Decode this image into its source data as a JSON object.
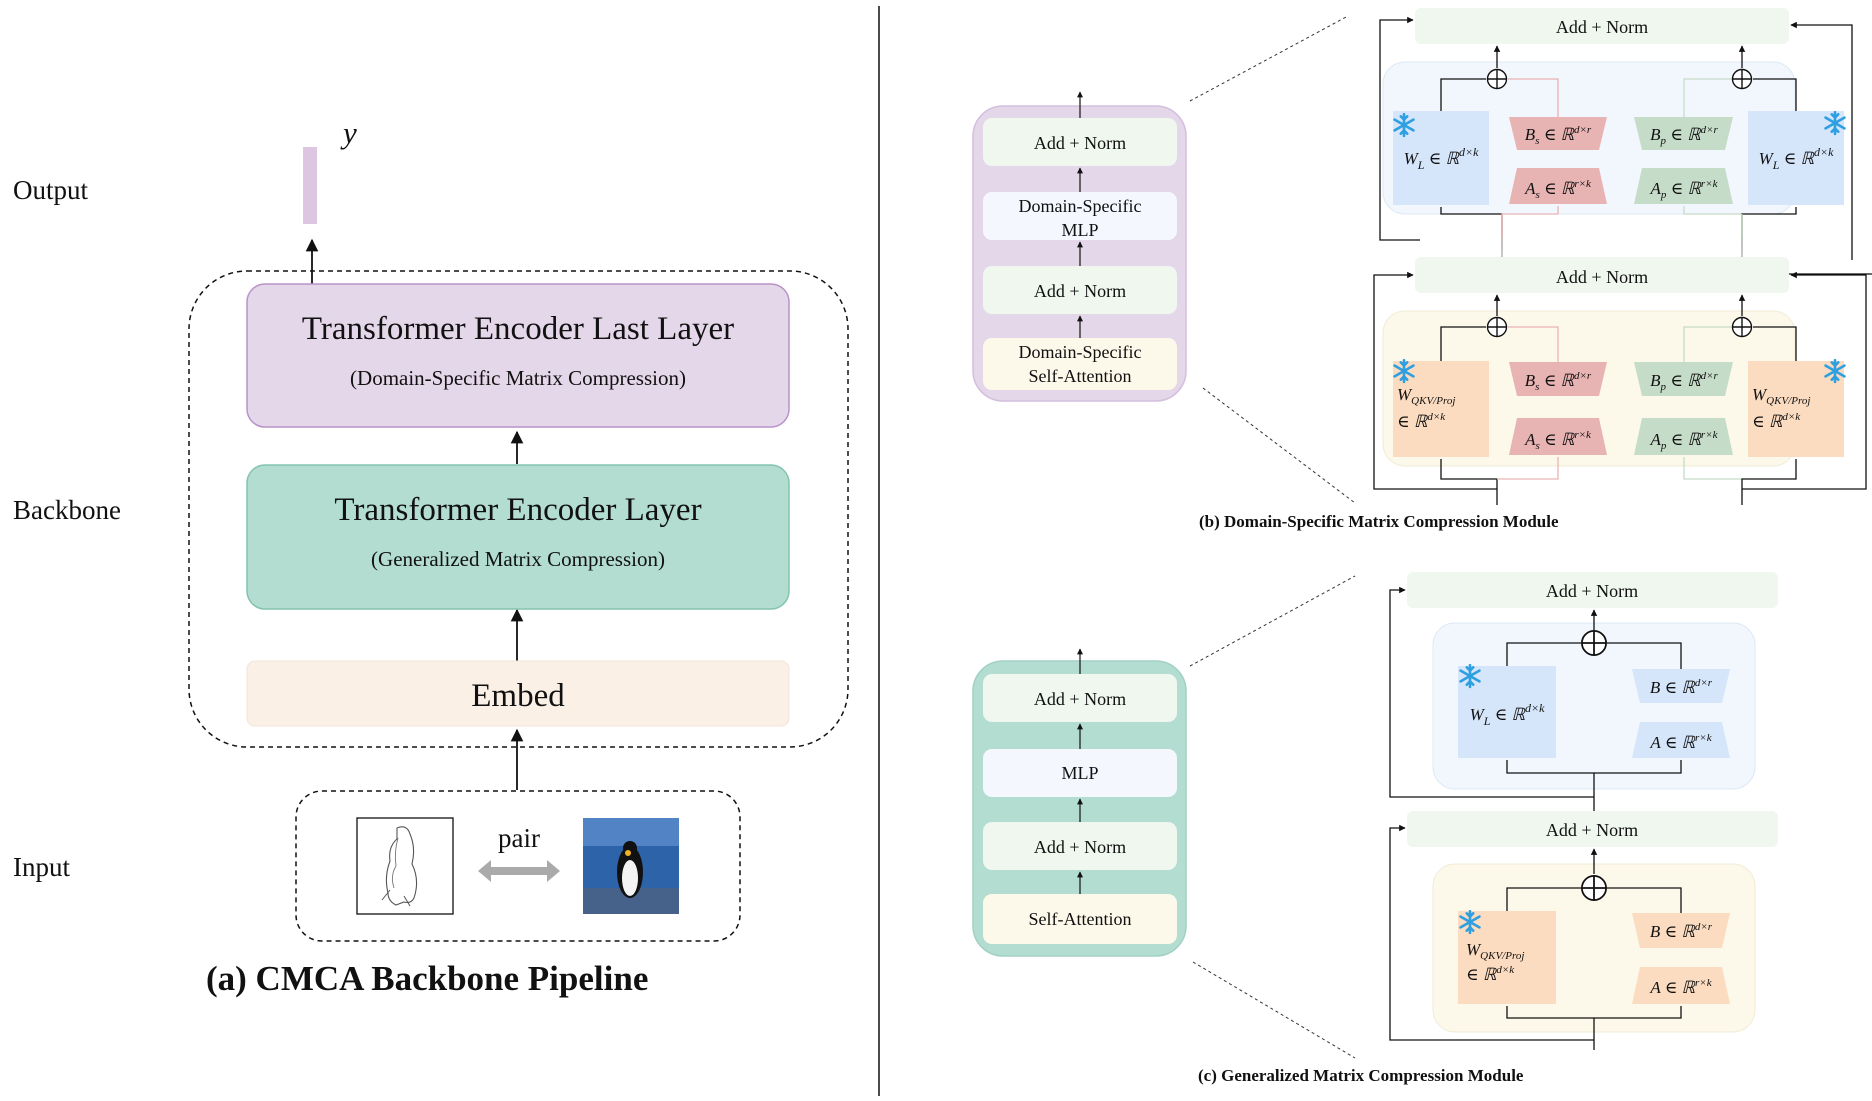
{
  "left": {
    "row_labels": {
      "output": "Output",
      "backbone": "Backbone",
      "input": "Input"
    },
    "output_symbol": "y",
    "last_layer": {
      "title": "Transformer Encoder Last Layer",
      "subtitle": "(Domain-Specific Matrix Compression)"
    },
    "encoder_layer": {
      "title": "Transformer Encoder Layer",
      "subtitle": "(Generalized Matrix Compression)"
    },
    "embed": "Embed",
    "pair": "pair",
    "caption": "(a) CMCA Backbone Pipeline"
  },
  "panel_b": {
    "stack": [
      "Add + Norm",
      "Domain-Specific MLP",
      "Add + Norm",
      "Domain-Specific Self-Attention"
    ],
    "add_norm": "Add + Norm",
    "mlp_block": {
      "w_left": "W_L ∈ ℝ^{d×k}",
      "w_right": "W_L ∈ ℝ^{d×k}"
    },
    "attn_block": {
      "w_left": "W_{QKV/Proj} ∈ ℝ^{d×k}",
      "w_right": "W_{QKV/Proj} ∈ ℝ^{d×k}"
    },
    "matrices": {
      "bs": "B_s ∈ ℝ^{d×r}",
      "as": "A_s ∈ ℝ^{r×k}",
      "bp": "B_p ∈ ℝ^{d×r}",
      "ap": "A_p ∈ ℝ^{r×k}"
    },
    "caption": "(b) Domain-Specific Matrix Compression Module"
  },
  "panel_c": {
    "stack": [
      "Add + Norm",
      "MLP",
      "Add + Norm",
      "Self-Attention"
    ],
    "add_norm": "Add + Norm",
    "mlp_block": {
      "w": "W_L ∈ ℝ^{d×k}"
    },
    "attn_block": {
      "w": "W_{QKV/Proj} ∈ ℝ^{d×k}"
    },
    "matrices": {
      "b": "B ∈ ℝ^{d×r}",
      "a": "A ∈ ℝ^{r×k}"
    },
    "caption": "(c) Generalized Matrix Compression Module"
  },
  "colors": {
    "purple": "#e4d7ea",
    "purple_border": "#b992c8",
    "teal": "#b2ddd0",
    "teal_border": "#83c3b0",
    "embed": "#fbf0e6",
    "green_pale": "#eff7ef",
    "blue_block": "#d5e5fa",
    "orange_block": "#fbdcc0",
    "red_trap": "#e8b3b3",
    "green_trap": "#c5dcc8",
    "snow": "#2e9fe0"
  }
}
